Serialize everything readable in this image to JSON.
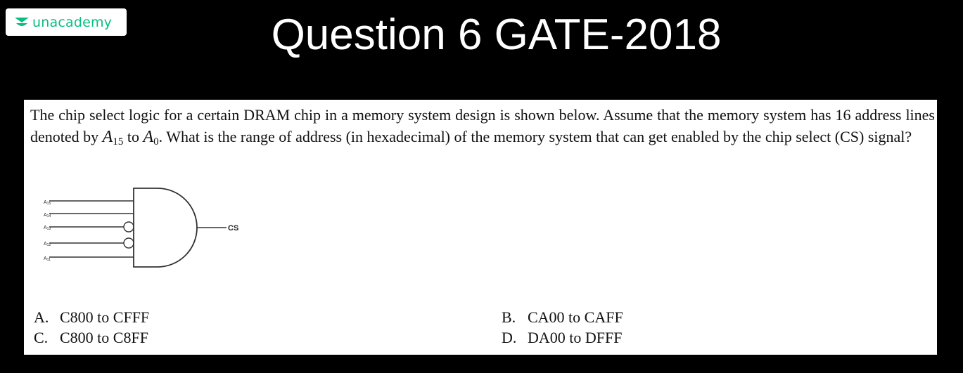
{
  "brand": {
    "name": "unacademy",
    "color": "#08bd80",
    "icon": "unacademy-logo-icon"
  },
  "title": "Question 6 GATE-2018",
  "question": {
    "line1": "The chip select logic for a certain DRAM chip in a memory system design is shown below. Assume that the memory",
    "line2_pre": "system has ",
    "line2_num": "16",
    "line2_mid": " address lines denoted by ",
    "var_high": "A",
    "var_high_sub": "15",
    "line2_to": " to ",
    "var_low": "A",
    "var_low_sub": "0",
    "line2_post": ". What is the range of address (in hexadecimal) of the memory",
    "line3": "system that can get enabled by the chip select (CS) signal?"
  },
  "diagram": {
    "gate_type": "and-gate",
    "inputs": [
      "A15",
      "A14",
      "A13",
      "A12",
      "A11"
    ],
    "inverted_inputs": [
      "A13",
      "A12"
    ],
    "output_label": "CS"
  },
  "options": [
    {
      "letter": "A.",
      "text": "C800 to CFFF"
    },
    {
      "letter": "B.",
      "text": "CA00 to CAFF"
    },
    {
      "letter": "C.",
      "text": "C800 to C8FF"
    },
    {
      "letter": "D.",
      "text": "DA00 to DFFF"
    }
  ]
}
